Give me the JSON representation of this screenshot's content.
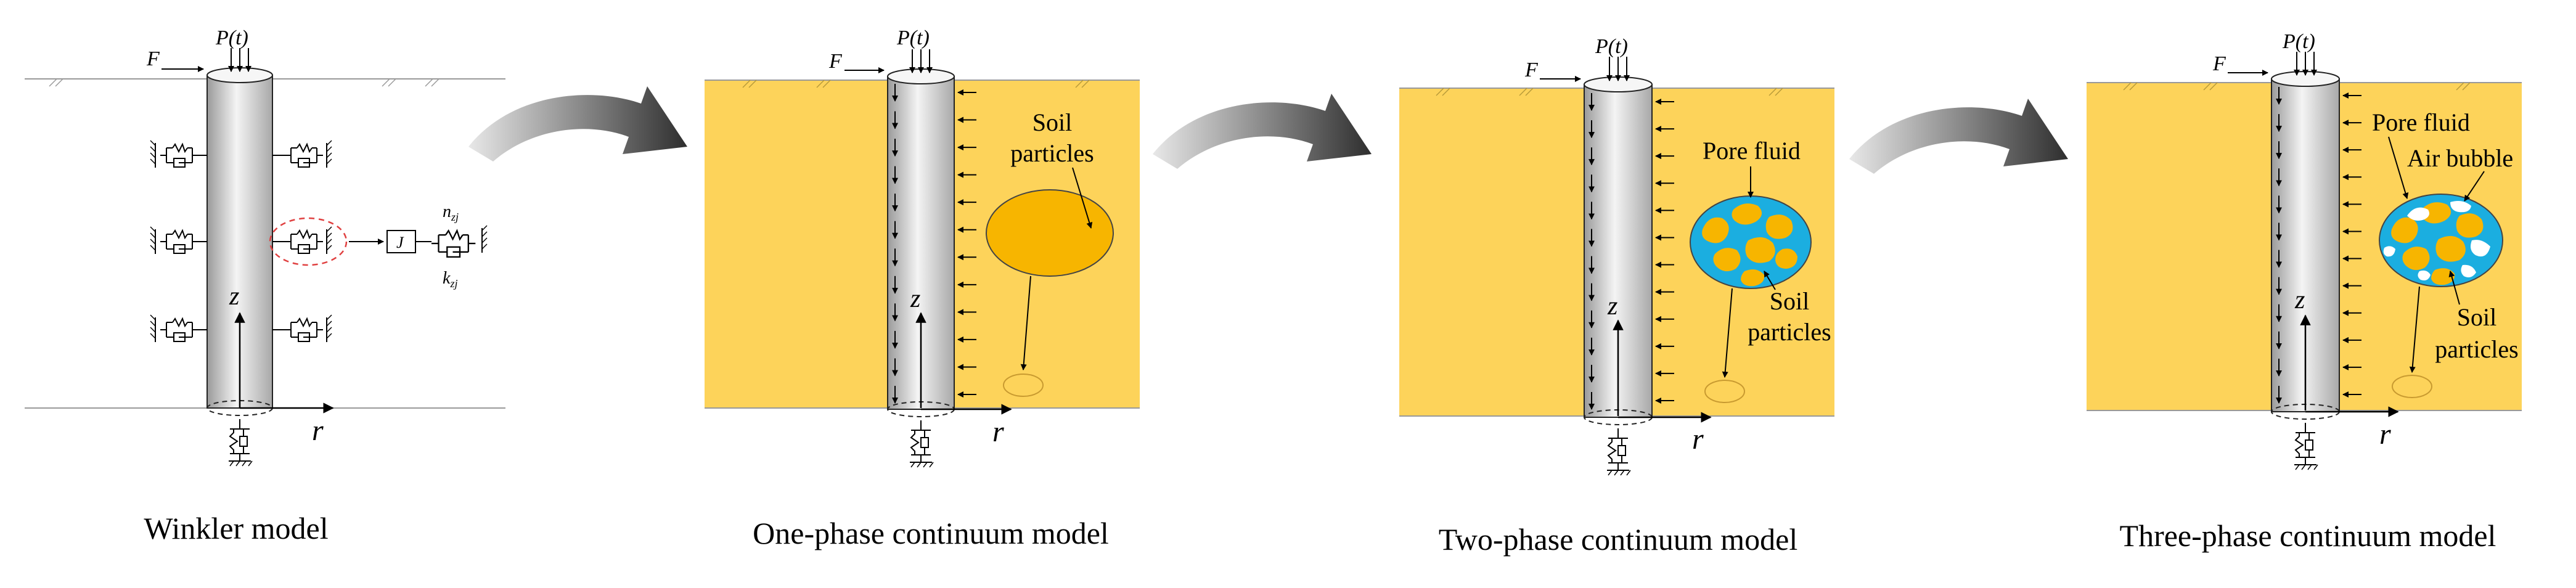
{
  "captions": {
    "winkler": "Winkler model",
    "one_phase": "One-phase continuum model",
    "two_phase": "Two-phase continuum model",
    "three_phase": "Three-phase continuum model"
  },
  "symbols": {
    "force": "F",
    "load": "P(t)",
    "depth": "z",
    "radius": "r",
    "damper": "n",
    "damper_sub": "zj",
    "spring": "k",
    "spring_sub": "zj",
    "fractional": "J"
  },
  "labels": {
    "soil_particles_line1": "Soil",
    "soil_particles_line2": "particles",
    "pore_fluid": "Pore fluid",
    "air_bubble": "Air bubble"
  },
  "colors": {
    "soil": "#FDD35A",
    "particle": "#F7B500",
    "pore_fluid": "#1BAEE0",
    "air": "#FFFFFF",
    "pile_light": "#F2F2F2",
    "pile_dark": "#9A9A9A",
    "arrow_dark": "#3A3A3A",
    "arrow_light": "#E8E8E8",
    "ellipse_dash": "#E04040"
  }
}
